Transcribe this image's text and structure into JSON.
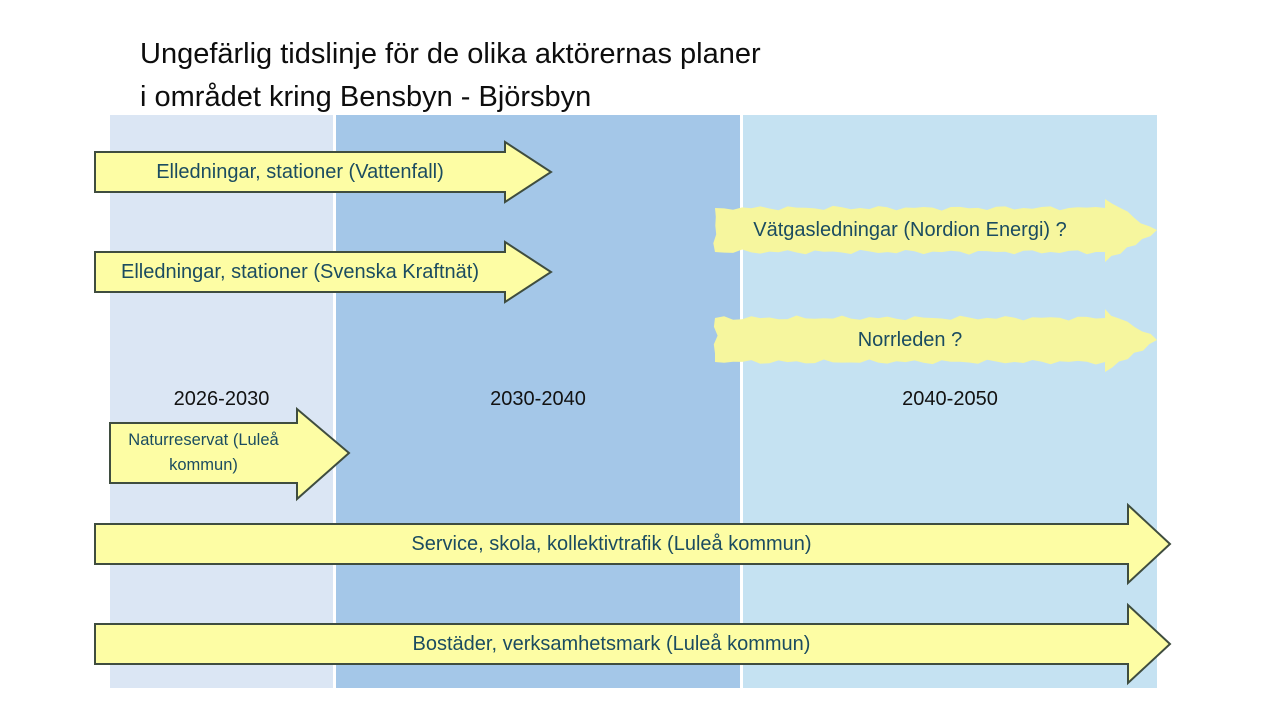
{
  "title": {
    "line1": "Ungefärlig tidslinje för de olika aktörernas planer",
    "line2": "i området kring Bensbyn - Björsbyn"
  },
  "timeline": {
    "periods": [
      {
        "label": "2026-2030"
      },
      {
        "label": "2030-2040"
      },
      {
        "label": "2040-2050"
      }
    ],
    "band_colors": [
      "#dbe6f4",
      "#a4c7e8",
      "#c5e2f2"
    ]
  },
  "arrows": [
    {
      "id": "vattenfall",
      "label": "Elledningar, stationer (Vattenfall)",
      "style": "outlined",
      "period_span": "2026-2040"
    },
    {
      "id": "svenska-kraftnat",
      "label": "Elledningar, stationer (Svenska Kraftnät)",
      "style": "outlined",
      "period_span": "2026-2040"
    },
    {
      "id": "nordion-energi",
      "label": "Vätgasledningar (Nordion Energi) ?",
      "style": "sketchy",
      "period_span": "2040-2050"
    },
    {
      "id": "norrleden",
      "label": "Norrleden ?",
      "style": "sketchy",
      "period_span": "2040-2050"
    },
    {
      "id": "naturreservat",
      "label": "Naturreservat (Luleå kommun)",
      "style": "outlined",
      "period_span": "2026-2030"
    },
    {
      "id": "service",
      "label": "Service, skola, kollektivtrafik (Luleå kommun)",
      "style": "outlined",
      "period_span": "2026-2050"
    },
    {
      "id": "bostader",
      "label": "Bostäder, verksamhetsmark (Luleå kommun)",
      "style": "outlined",
      "period_span": "2026-2050"
    }
  ],
  "colors": {
    "arrow_fill": "#fdfda4",
    "sketch_fill": "#f6f69e",
    "arrow_outline": "#3f4d3f",
    "arrow_text": "#1b4c60"
  }
}
